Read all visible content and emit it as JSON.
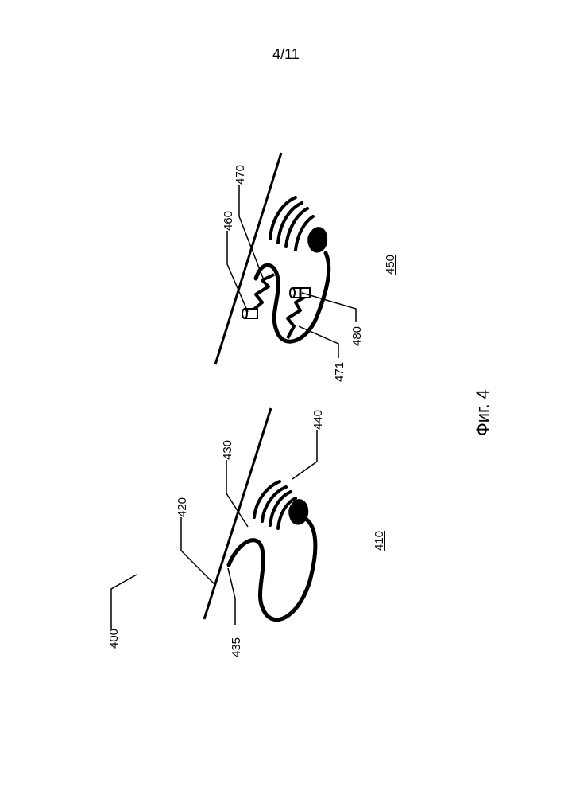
{
  "page": {
    "number": "4/11"
  },
  "figure": {
    "caption": "Фиг. 4",
    "reference": "400",
    "left": {
      "panel_label": "410",
      "labels": [
        "420",
        "430",
        "435",
        "440"
      ]
    },
    "right": {
      "panel_label": "450",
      "labels": [
        "460",
        "470",
        "471",
        "480"
      ]
    }
  }
}
